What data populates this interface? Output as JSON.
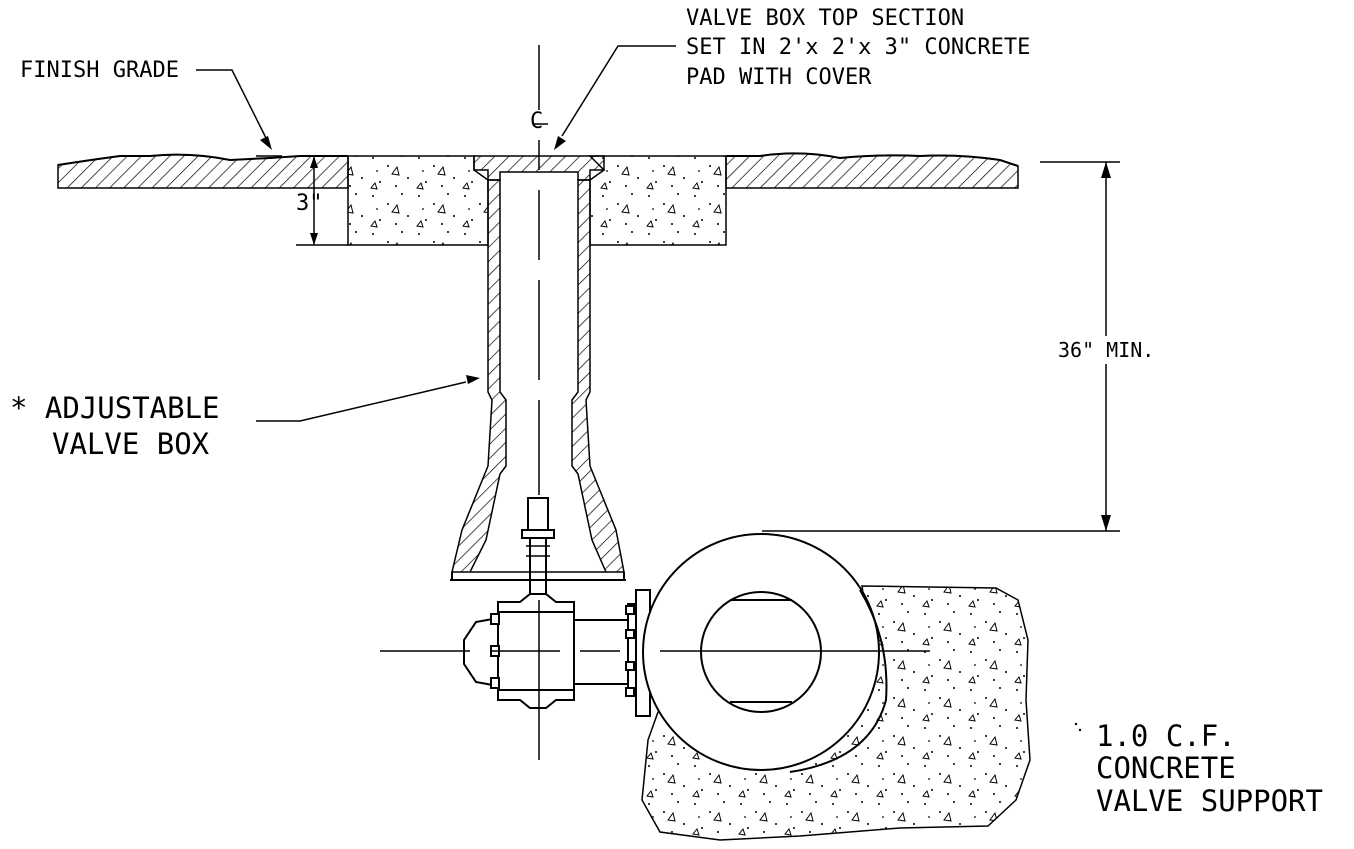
{
  "labels": {
    "finish_grade": "FINISH GRADE",
    "valve_box_top_line1": "VALVE BOX TOP SECTION",
    "valve_box_top_line2": "SET IN 2'x 2'x 3\" CONCRETE",
    "valve_box_top_line3": "PAD WITH COVER",
    "centerline": "C",
    "depth_3in": "3\"",
    "depth_36in": "36\" MIN.",
    "adjustable_line1": "* ADJUSTABLE",
    "adjustable_line2": "VALVE BOX",
    "support_line1": "1.0 C.F.",
    "support_line2": "CONCRETE",
    "support_line3": "VALVE SUPPORT"
  }
}
